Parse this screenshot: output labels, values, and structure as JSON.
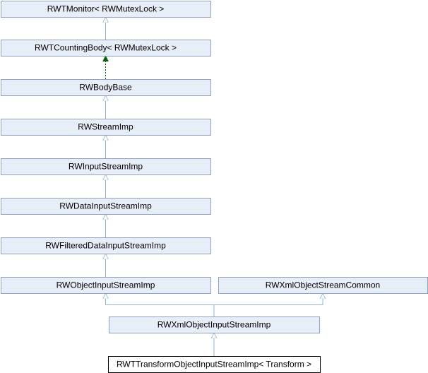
{
  "diagram": {
    "colors": {
      "node_fill": "#e8eef8",
      "node_border": "#8ea2c6",
      "current_fill": "#ffffff",
      "current_border": "#000000",
      "inherit_edge": "#8cb4d2",
      "template_edge": "#006400"
    },
    "nodes": [
      {
        "id": "n1",
        "label": "RWTMonitor< RWMutexLock >"
      },
      {
        "id": "n2",
        "label": "RWTCountingBody< RWMutexLock >"
      },
      {
        "id": "n3",
        "label": "RWBodyBase"
      },
      {
        "id": "n4",
        "label": "RWStreamImp"
      },
      {
        "id": "n5",
        "label": "RWInputStreamImp"
      },
      {
        "id": "n6",
        "label": "RWDataInputStreamImp"
      },
      {
        "id": "n7",
        "label": "RWFilteredDataInputStreamImp"
      },
      {
        "id": "n8",
        "label": "RWObjectInputStreamImp"
      },
      {
        "id": "n9",
        "label": "RWXmlObjectStreamCommon"
      },
      {
        "id": "n10",
        "label": "RWXmlObjectInputStreamImp"
      },
      {
        "id": "n11",
        "label": "RWTTransformObjectInputStreamImp< Transform >"
      }
    ],
    "edges": [
      {
        "from": "n2",
        "to": "n1",
        "kind": "inherit"
      },
      {
        "from": "n3",
        "to": "n2",
        "kind": "template"
      },
      {
        "from": "n4",
        "to": "n3",
        "kind": "inherit"
      },
      {
        "from": "n5",
        "to": "n4",
        "kind": "inherit"
      },
      {
        "from": "n6",
        "to": "n5",
        "kind": "inherit"
      },
      {
        "from": "n7",
        "to": "n6",
        "kind": "inherit"
      },
      {
        "from": "n8",
        "to": "n7",
        "kind": "inherit"
      },
      {
        "from": "n10",
        "to": "n8",
        "kind": "inherit"
      },
      {
        "from": "n10",
        "to": "n9",
        "kind": "inherit"
      },
      {
        "from": "n11",
        "to": "n10",
        "kind": "inherit"
      }
    ]
  }
}
